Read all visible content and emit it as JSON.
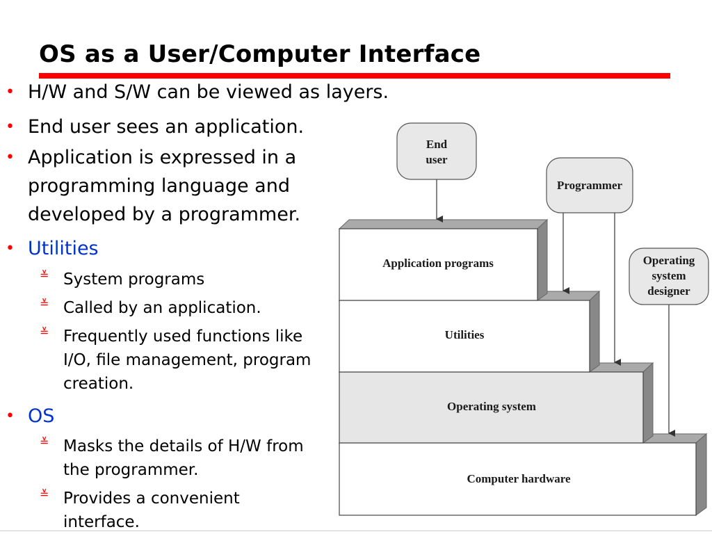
{
  "slide": {
    "title": "OS as a User/Computer Interface",
    "accent_color": "#ff0000",
    "highlight_color": "#0033cc"
  },
  "bullets": [
    {
      "lines": [
        "H/W and S/W can be viewed as layers."
      ]
    },
    {
      "lines": [
        "End user sees an application."
      ]
    },
    {
      "lines": [
        "Application is expressed in a",
        "programming language and",
        "developed by a programmer."
      ]
    },
    {
      "lines": [
        "Utilities"
      ],
      "highlight": true,
      "sub": [
        {
          "lines": [
            "System programs"
          ]
        },
        {
          "lines": [
            "Called by an application."
          ]
        },
        {
          "lines": [
            "Frequently used functions like",
            "I/O, file management, program",
            "creation."
          ]
        }
      ]
    },
    {
      "lines": [
        "OS"
      ],
      "highlight": true,
      "sub": [
        {
          "lines": [
            "Masks the details of H/W from",
            "the programmer."
          ]
        },
        {
          "lines": [
            "Provides a convenient",
            "interface."
          ]
        }
      ]
    }
  ],
  "diagram": {
    "actors": {
      "end_user": [
        "End",
        "user"
      ],
      "programmer": [
        "Programmer"
      ],
      "os_designer": [
        "Operating",
        "system",
        "designer"
      ]
    },
    "layers": {
      "application": "Application programs",
      "utilities": "Utilities",
      "os": "Operating system",
      "hardware": "Computer hardware"
    }
  }
}
